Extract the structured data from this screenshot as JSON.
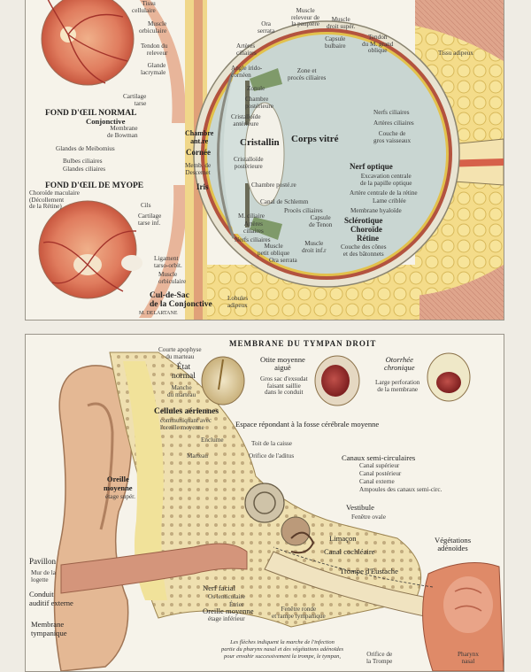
{
  "eye": {
    "labels": {
      "tissu_cellulaire": "Tissu\ncellulaire",
      "muscle_orbiculaire_top": "Muscle\norbiculaire",
      "tendon_releveur": "Tendon du\nreleveur",
      "glande_lacrymale": "Glande\nlacrymale",
      "cartilage_tarse_top": "Cartilage\ntarse",
      "fond_normal": "FOND D'ŒIL NORMAL",
      "conjonctive": "Conjonctive",
      "membrane_bowman": "Membrane\nde Bowman",
      "glandes_meibomius": "Glandes de Meibomius",
      "bulbes_ciliaires": "Bulbes ciliaires",
      "glandes_ciliaires": "Glandes ciliaires",
      "fond_myope": "FOND D'ŒIL DE MYOPE",
      "choroide_maculaire": "Choroïde maculaire\n(Décollement\nde la Rétine)",
      "cils": "Cils",
      "cartilage_tarse_inf": "Cartilage\ntarse inf.",
      "ligament_tarso": "Ligament\ntarso-orbit.",
      "muscle_orbiculaire_bot": "Muscle\norbiculaire",
      "cul_de_sac": "Cul-de-Sac\nde la Conjonctive",
      "signature": "M. DELARTANE",
      "ora_serrata_top": "Ora\nserrata",
      "muscle_releveur": "Muscle\nreleveur de\nla paupière",
      "muscle_droit_sup": "Muscle\ndroit supér.",
      "capsule_bulbaire": "Capsule\nbulbaire",
      "tendon_grand_oblique": "Tendon\ndu M. grand\noblique",
      "tissu_adipeux_top": "Tissu adipeux",
      "arteres_ciliaires_top": "Artères\nciliaires",
      "angle_iridocorneen": "Angle irido-\ncornéen",
      "zone_proces": "Zone et\nprocès ciliaires",
      "zonule": "Zonule",
      "chambre_posterieure_top": "Chambre\npostérieure",
      "cristalloide_ant": "Cristalloïde\nantérieure",
      "chambre_ant": "Chambre\nant.re",
      "cristallin": "Cristallin",
      "cornee": "Cornée",
      "corps_vitre": "Corps vitré",
      "memb_descemet": "Memb. de\nDescemet",
      "cristalloide_post": "Cristalloïde\npostérieure",
      "iris": "Iris",
      "nerfs_ciliaires_right": "Nerfs ciliaires",
      "arteres_ciliaires_right": "Artères ciliaires",
      "couche_gros_vaisseaux": "Couche de\ngros vaisseaux",
      "nerf_optique": "Nerf optique",
      "excavation": "Excavation centrale\nde la papille optique",
      "artere_centrale": "Artère centrale de la rétine",
      "lame_criblee": "Lame criblée",
      "membrane_hyaloide": "Membrane hyaloïde",
      "sclerotique": "Sclérotique",
      "choroide": "Choroïde",
      "retine": "Rétine",
      "couche_cones": "Couche des cônes\net des bâtonnets",
      "chambre_post_bottom": "Chambre posté.re",
      "canal_schlemm": "Canal de Schlemm",
      "proces_ciliaires": "Procès ciliaires",
      "capsule_tenon": "Capsule\nde Tenon",
      "m_ciliaire": "M. ciliaire",
      "arteres_ciliaires_bot": "Artères\nciliaires",
      "nerfs_ciliaires_bot": "Nerfs ciliaires",
      "muscle_petit_oblique": "Muscle\npetit oblique",
      "ora_serrata_bot": "Ora serrata",
      "muscle_droit_inf": "Muscle\ndroit inf.r",
      "lobules_adipeux": "Lobules\nadipeux"
    }
  },
  "ear": {
    "title": "MEMBRANE DU TYMPAN DROIT",
    "labels": {
      "courte_apophyse": "Courte apophyse\ndu marteau",
      "etat_normal": "État\nnormal",
      "manche_marteau": "Manche\ndu marteau",
      "otite_moyenne": "Otite moyenne\naiguë",
      "gros_sac": "Gros sac d'exsudat\nfaisant saillie\ndans le conduit",
      "otorrhee": "Otorrhée\nchronique",
      "large_perforation": "Large perforation\nde la membrane",
      "cellules_aeriennes": "Cellules aériennes",
      "communiquant": "communiquant avec\nl'oreille moyenne",
      "espace": "Espace répondant à la fosse cérébrale moyenne",
      "enclume": "Enclume",
      "toit_caisse": "Toit de la caisse",
      "marteau": "Marteau",
      "orifice_aditus": "Orifice de l'aditus",
      "canaux_semi": "Canaux semi-circulaires",
      "canal_superieur": "Canal supérieur",
      "canal_posterieur": "Canal postérieur",
      "canal_externe": "Canal externe",
      "ampoules": "Ampoules des canaux semi-circ.",
      "oreille_moyenne_sup": "Oreille\nmoyenne",
      "etage_sup": "étage supér.",
      "vestibule": "Vestibule",
      "fenetre_ovale": "Fenêtre ovale",
      "limacon": "Limaçon",
      "canal_cochleaire": "Canal cochléaire",
      "vegetations": "Végétations\nadénoïdes",
      "pavillon": "Pavillon",
      "trompe": "Trompe d'Eustache",
      "mur_logette": "Mur de la\nlogette",
      "conduit_auditif": "Conduit\nauditif externe",
      "nerf_facial": "Nerf facial",
      "os_lenticulaire": "Os lenticulaire",
      "etrier": "Étrier",
      "oreille_moyenne_inf": "Oreille moyenne",
      "etage_inf": "étage inférieur",
      "fenetre_ronde": "Fenêtre ronde\net rampe tympanique",
      "membrane_tympanique": "Membrane\ntympanique",
      "note": "Les flèches indiquent la marche de l'infection\npartie du pharynx nasal et des végétations adénoïdes\npour envahir successivement la trompe, le tympan,",
      "orifice_trompe": "Orifice de\nla Trompe",
      "pharynx": "Pharynx\nnasal"
    }
  },
  "colors": {
    "vitreous": "#c9d6d2",
    "sclera": "#eae6d6",
    "muscle": "#d9a58a",
    "fat": "#f2d67a",
    "retina_red": "#d9674f",
    "ear_skin": "#e4b894",
    "bone": "#efe0b0"
  }
}
